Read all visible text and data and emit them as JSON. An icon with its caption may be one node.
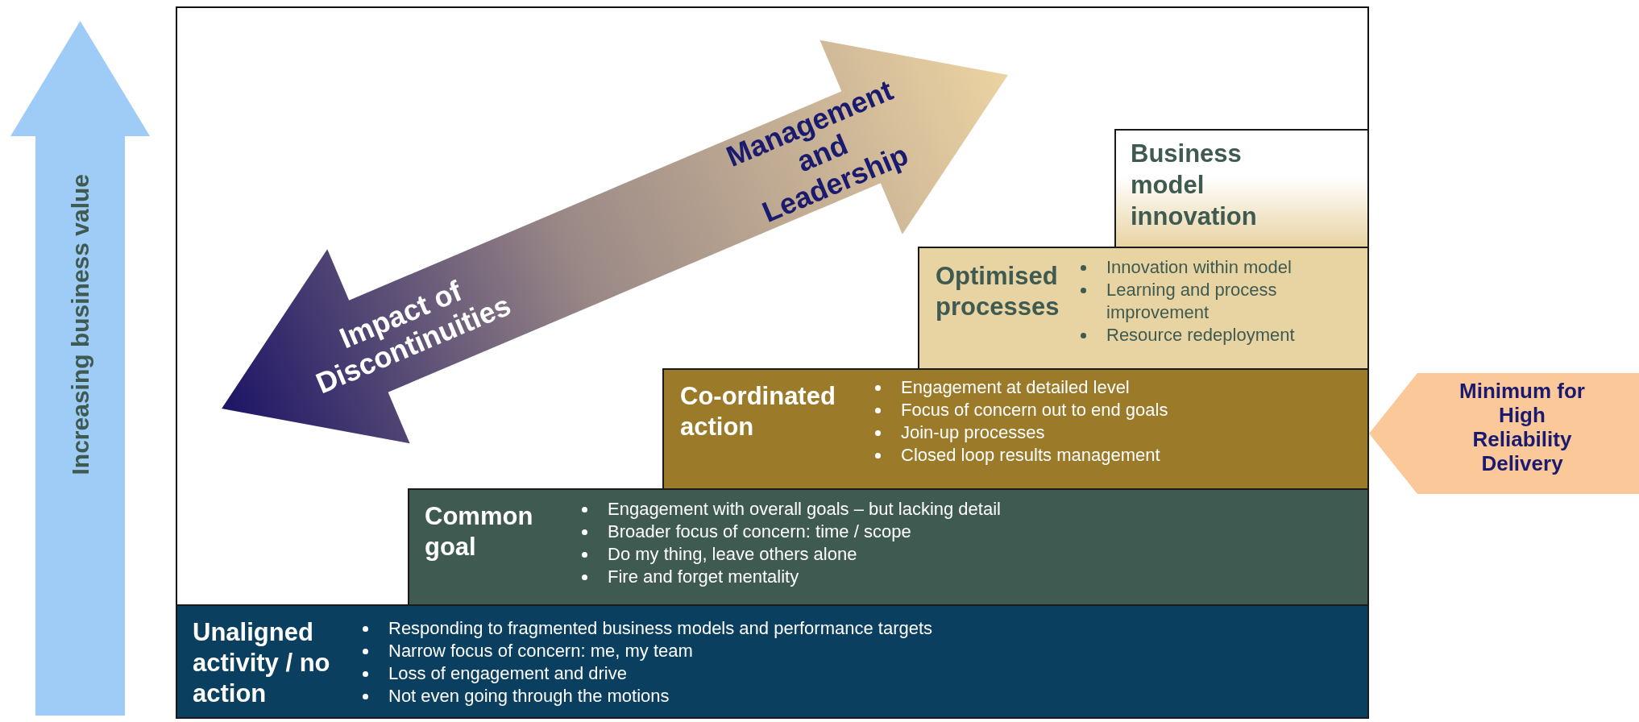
{
  "diagram": {
    "nodes": [
      {
        "text": [
          "Increasing business value"
        ]
      },
      {
        "text": [
          "Management and Leadership",
          "Impact of Discontinuities"
        ]
      },
      {
        "text": [
          "Business model innovation"
        ]
      },
      {
        "text": [
          "Optimised processes",
          "Innovation within model",
          "Learning and process improvement",
          "Resource redeployment"
        ]
      },
      {
        "text": [
          "Co-ordinated action",
          "Engagement at detailed level",
          "Focus of concern out to end goals",
          "Join-up processes",
          "Closed loop results management"
        ]
      },
      {
        "text": [
          "Minimum for High Reliability Delivery"
        ]
      },
      {
        "text": [
          "Common goal",
          "Engagement with overall goals – but lacking detail",
          "Broader focus of concern: time / scope",
          "Do my thing, leave others alone",
          "Fire and forget mentality"
        ]
      },
      {
        "text": [
          "Unaligned activity / no action",
          "Responding to fragmented business models and performance targets",
          "Narrow focus of concern: me, my team",
          "Loss of engagement and drive",
          "Not even going through the motions"
        ]
      }
    ]
  }
}
